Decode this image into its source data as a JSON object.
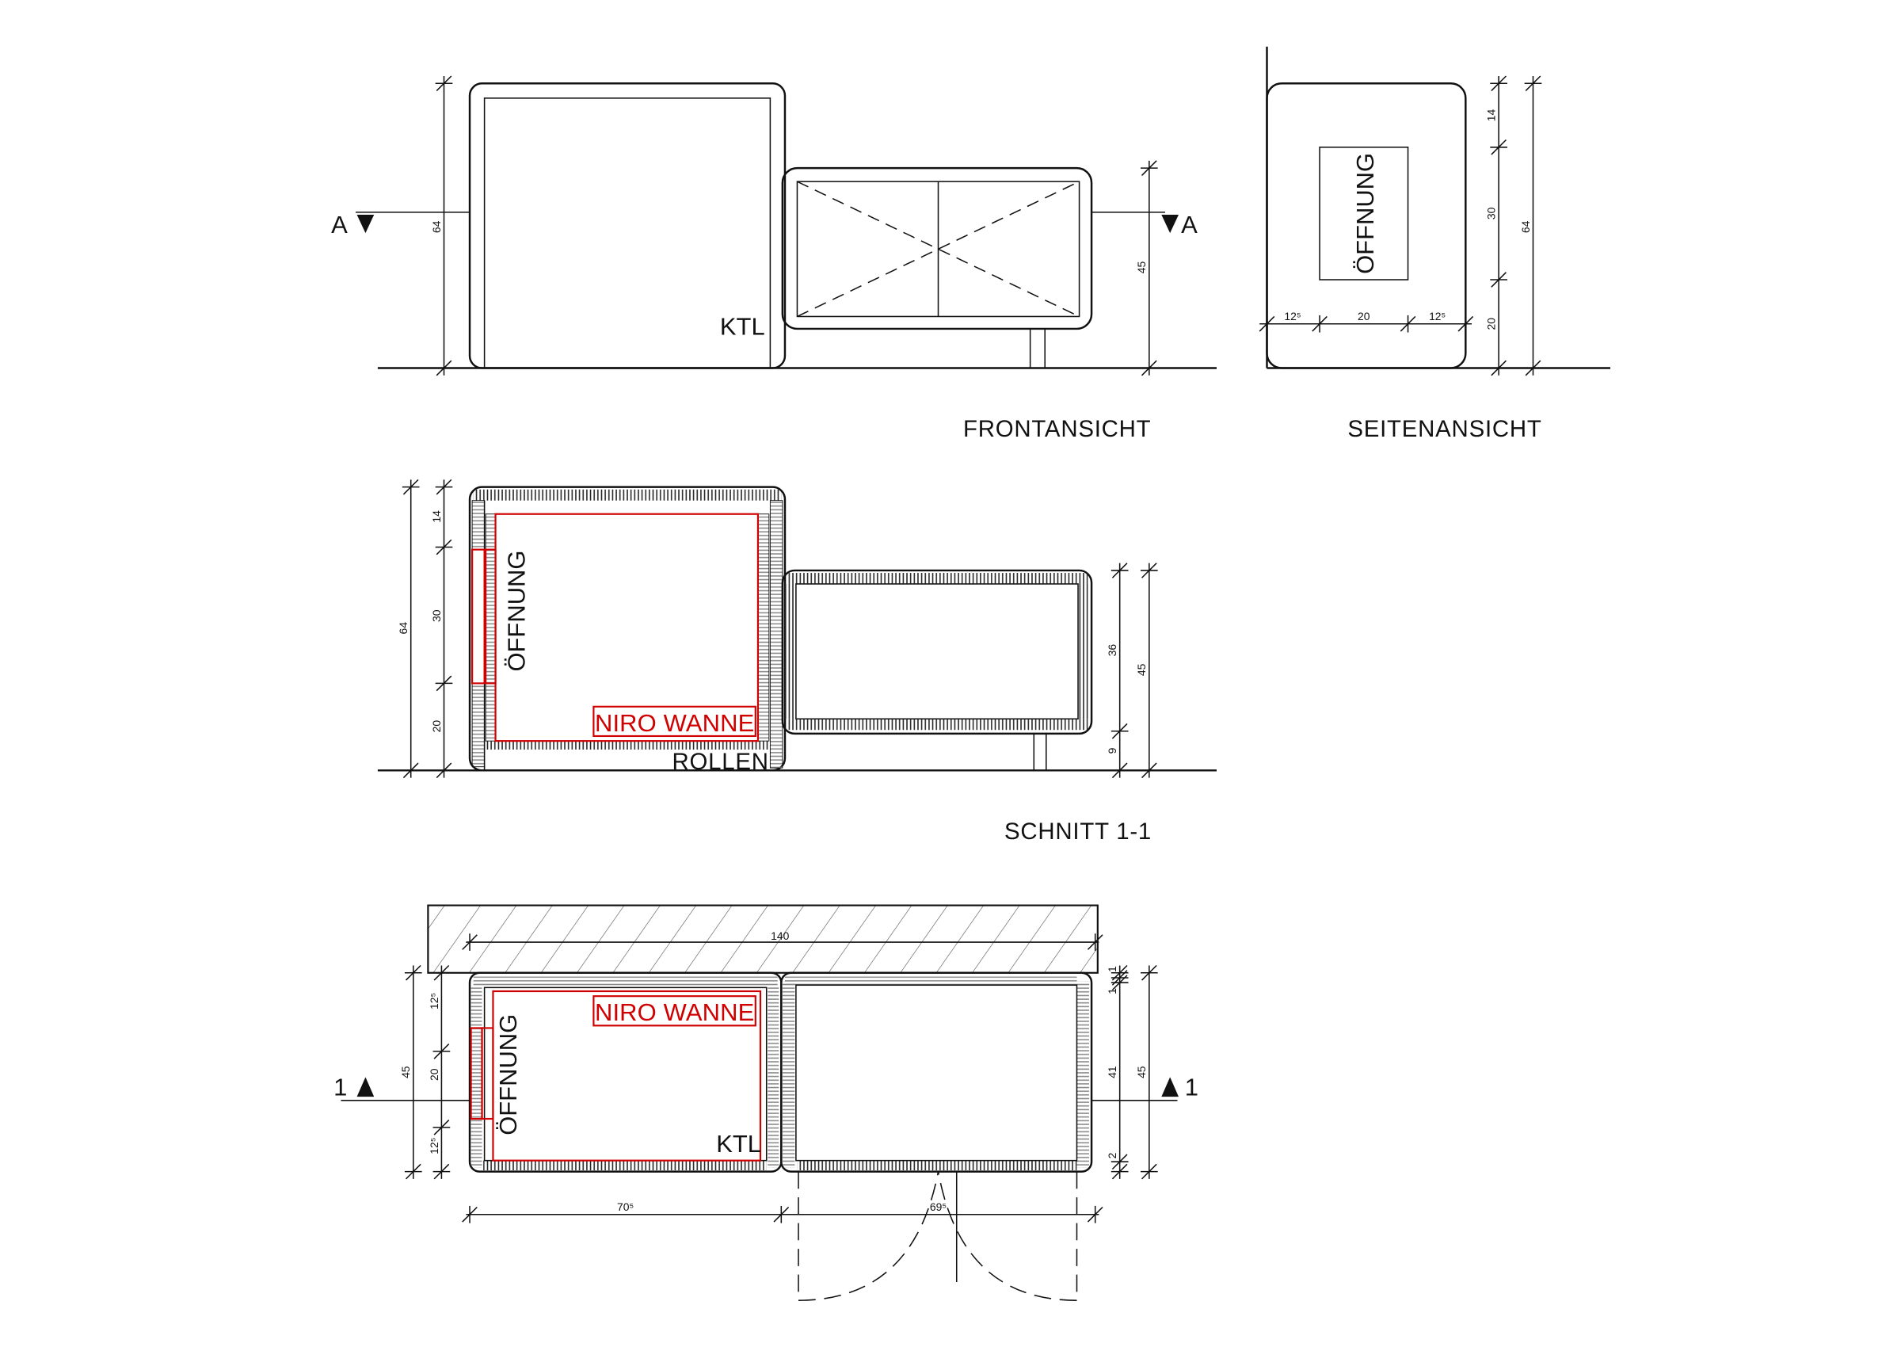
{
  "views": {
    "front": {
      "title": "FRONTANSICHT",
      "label_ktl": "KTL",
      "section_mark": "A",
      "dim_total_left": "64",
      "dim_total_right": "45"
    },
    "side": {
      "title": "SEITENANSICHT",
      "opening": "ÖFFNUNG",
      "dims_vertical": [
        "14",
        "30",
        "20"
      ],
      "dim_total": "64",
      "dims_horizontal": [
        "12⁵",
        "20",
        "12⁵"
      ]
    },
    "section": {
      "title": "SCHNITT 1-1",
      "opening": "ÖFFNUNG",
      "tub": "NIRO WANNE",
      "wheels": "ROLLEN",
      "dim_total_left": "64",
      "dims_left": [
        "14",
        "30",
        "20"
      ],
      "dims_right": [
        "36",
        "9"
      ],
      "dim_total_right": "45"
    },
    "plan": {
      "section_mark": "1",
      "wall_dim": "140",
      "opening": "ÖFFNUNG",
      "tub": "NIRO WANNE",
      "label_ktl": "KTL",
      "dim_total_left": "45",
      "dims_left": [
        "12⁵",
        "20",
        "12⁵"
      ],
      "dims_right": [
        "1",
        "1",
        "41",
        "2"
      ],
      "dim_total_right": "45",
      "dims_bottom": [
        "70⁵",
        "69⁵"
      ]
    }
  },
  "colors": {
    "line": "#111111",
    "tub": "#d00000"
  }
}
